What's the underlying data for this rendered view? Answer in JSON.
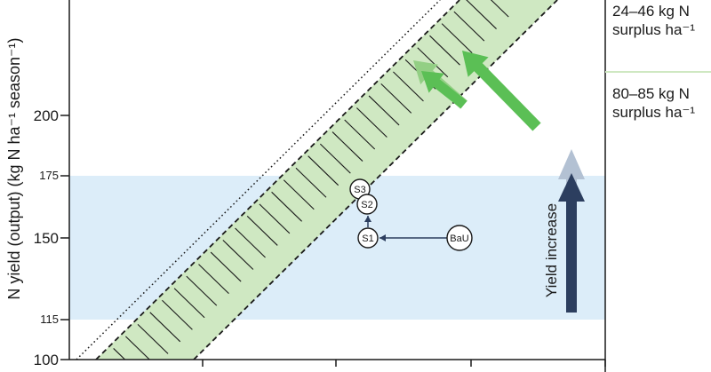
{
  "chart_data": {
    "type": "area",
    "ylabel": "N yield (output) (kg N ha⁻¹ season⁻¹)",
    "ylim": [
      100,
      249
    ],
    "y_ticks": [
      100,
      115,
      150,
      175,
      200
    ],
    "target_band": [
      115,
      175
    ],
    "bands": [
      {
        "name": "24–46 kg N surplus ha⁻¹",
        "pattern": "hatched",
        "color": "#cfe8c2"
      },
      {
        "name": "80–85 kg N surplus ha⁻¹",
        "pattern": "solid",
        "color": "#cfe8c2"
      }
    ],
    "scenarios": [
      {
        "label": "BaU",
        "y": 150
      },
      {
        "label": "S1",
        "y": 150
      },
      {
        "label": "S2",
        "y": 163
      },
      {
        "label": "S3",
        "y": 169
      }
    ],
    "annotation": "Yield increase",
    "colors": {
      "band_fill": "#cfe8c2",
      "target_band": "#dcedf9",
      "arrow_green": "#5bbf55",
      "arrow_green_light": "#93cf84",
      "arrow_navy": "#2c3e5f",
      "arrow_navy_light": "#b3c1d3",
      "hatch": "#1a1a1a"
    }
  }
}
